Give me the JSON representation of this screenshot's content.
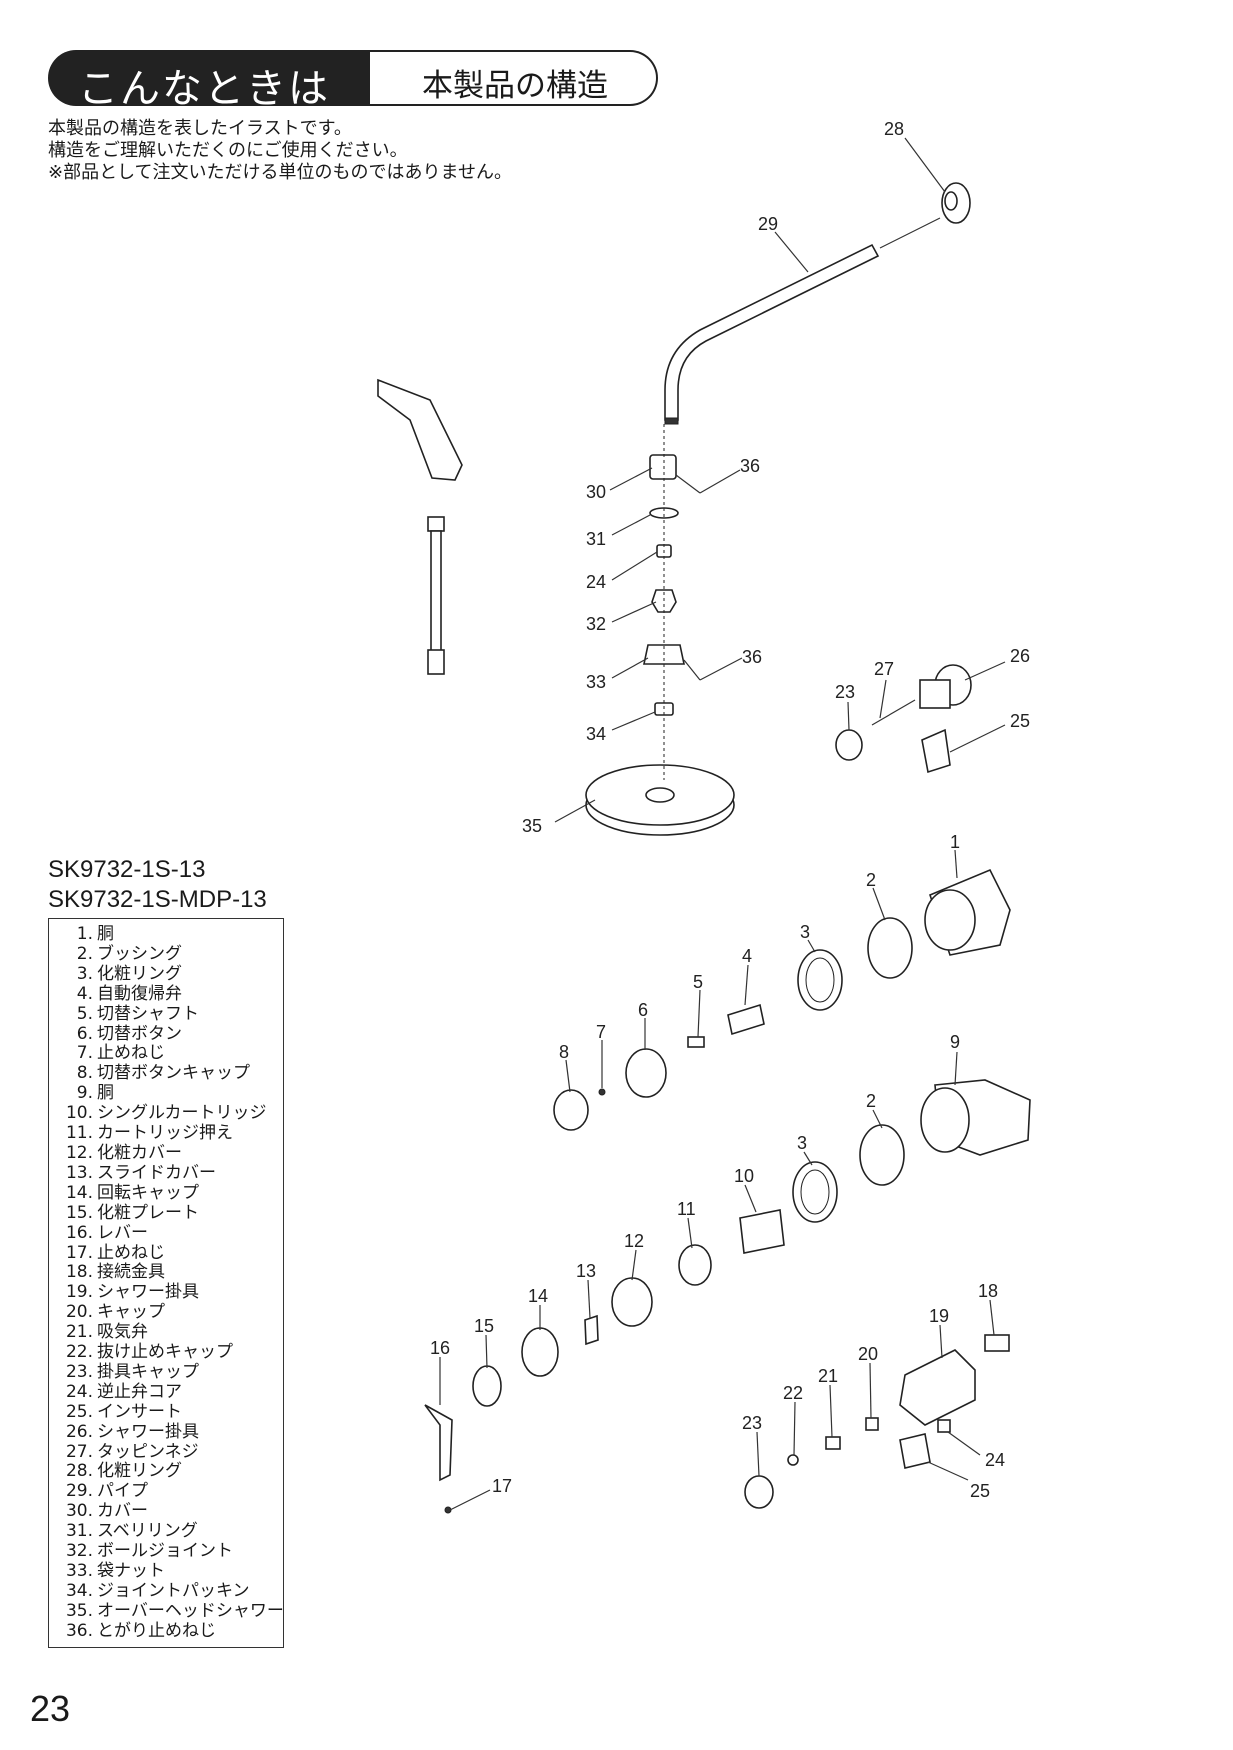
{
  "header": {
    "title": "こんなときは",
    "subtitle": "本製品の構造"
  },
  "intro": [
    "本製品の構造を表したイラストです。",
    "構造をご理解いただくのにご使用ください。",
    "※部品として注文いただける単位のものではありません。"
  ],
  "models": [
    "SK9732-1S-13",
    "SK9732-1S-MDP-13"
  ],
  "parts": [
    {
      "no": "1.",
      "name": "胴"
    },
    {
      "no": "2.",
      "name": "ブッシング"
    },
    {
      "no": "3.",
      "name": "化粧リング"
    },
    {
      "no": "4.",
      "name": "自動復帰弁"
    },
    {
      "no": "5.",
      "name": "切替シャフト"
    },
    {
      "no": "6.",
      "name": "切替ボタン"
    },
    {
      "no": "7.",
      "name": "止めねじ"
    },
    {
      "no": "8.",
      "name": "切替ボタンキャップ"
    },
    {
      "no": "9.",
      "name": "胴"
    },
    {
      "no": "10.",
      "name": "シングルカートリッジ"
    },
    {
      "no": "11.",
      "name": "カートリッジ押え"
    },
    {
      "no": "12.",
      "name": "化粧カバー"
    },
    {
      "no": "13.",
      "name": "スライドカバー"
    },
    {
      "no": "14.",
      "name": "回転キャップ"
    },
    {
      "no": "15.",
      "name": "化粧プレート"
    },
    {
      "no": "16.",
      "name": "レバー"
    },
    {
      "no": "17.",
      "name": "止めねじ"
    },
    {
      "no": "18.",
      "name": "接続金具"
    },
    {
      "no": "19.",
      "name": "シャワー掛具"
    },
    {
      "no": "20.",
      "name": "キャップ"
    },
    {
      "no": "21.",
      "name": "吸気弁"
    },
    {
      "no": "22.",
      "name": "抜け止めキャップ"
    },
    {
      "no": "23.",
      "name": "掛具キャップ"
    },
    {
      "no": "24.",
      "name": "逆止弁コア"
    },
    {
      "no": "25.",
      "name": "インサート"
    },
    {
      "no": "26.",
      "name": "シャワー掛具"
    },
    {
      "no": "27.",
      "name": "タッピンネジ"
    },
    {
      "no": "28.",
      "name": "化粧リング"
    },
    {
      "no": "29.",
      "name": "パイプ"
    },
    {
      "no": "30.",
      "name": "カバー"
    },
    {
      "no": "31.",
      "name": "スベリリング"
    },
    {
      "no": "32.",
      "name": "ボールジョイント"
    },
    {
      "no": "33.",
      "name": "袋ナット"
    },
    {
      "no": "34.",
      "name": "ジョイントパッキン"
    },
    {
      "no": "35.",
      "name": "オーバーヘッドシャワー"
    },
    {
      "no": "36.",
      "name": "とがり止めねじ"
    }
  ],
  "callouts": {
    "c28": "28",
    "c29": "29",
    "c36a": "36",
    "c30": "30",
    "c31": "31",
    "c24a": "24",
    "c32": "32",
    "c33": "33",
    "c36b": "36",
    "c34": "34",
    "c35": "35",
    "c27": "27",
    "c26": "26",
    "c23a": "23",
    "c25a": "25",
    "c1": "1",
    "c2a": "2",
    "c3a": "3",
    "c4": "4",
    "c5": "5",
    "c6": "6",
    "c7": "7",
    "c8": "8",
    "c9": "9",
    "c2b": "2",
    "c3b": "3",
    "c10": "10",
    "c11": "11",
    "c12": "12",
    "c13": "13",
    "c14": "14",
    "c15": "15",
    "c16": "16",
    "c17": "17",
    "c18": "18",
    "c19": "19",
    "c20": "20",
    "c21": "21",
    "c22": "22",
    "c23b": "23",
    "c24b": "24",
    "c25b": "25"
  },
  "page_number": "23"
}
